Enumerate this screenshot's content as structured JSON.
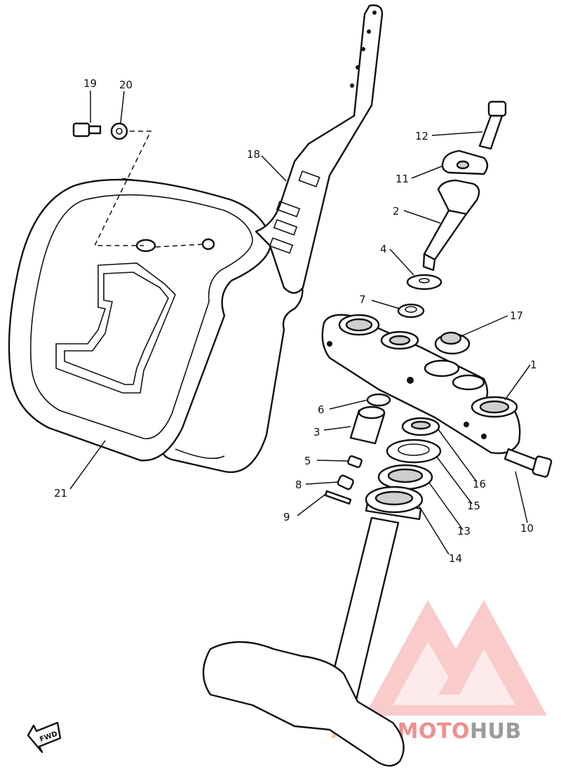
{
  "callouts": [
    {
      "label": "1"
    },
    {
      "label": "2"
    },
    {
      "label": "3"
    },
    {
      "label": "4"
    },
    {
      "label": "5"
    },
    {
      "label": "6"
    },
    {
      "label": "7"
    },
    {
      "label": "8"
    },
    {
      "label": "9"
    },
    {
      "label": "10"
    },
    {
      "label": "11"
    },
    {
      "label": "12"
    },
    {
      "label": "13"
    },
    {
      "label": "14"
    },
    {
      "label": "15"
    },
    {
      "label": "16"
    },
    {
      "label": "17"
    },
    {
      "label": "18"
    },
    {
      "label": "19"
    },
    {
      "label": "20"
    },
    {
      "label": "21"
    }
  ],
  "direction_marker": {
    "label": "FWD"
  },
  "watermark": {
    "part1": "AUTO",
    "part2": "MOTO",
    "part3": "HUB",
    "color_light": "#f6c6a0",
    "color_red": "#ef8f8f",
    "color_gray": "#9b9b9b"
  }
}
